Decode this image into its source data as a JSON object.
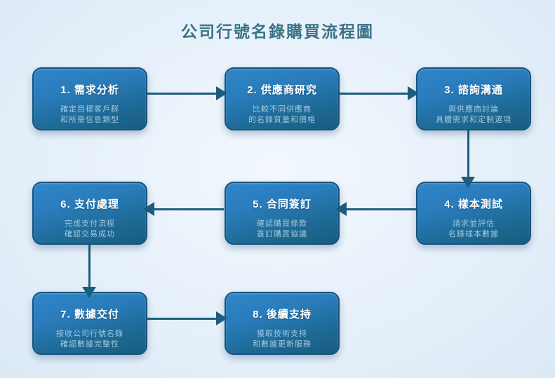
{
  "flowchart": {
    "title": "公司行號名錄購買流程圖",
    "colors": {
      "background": "#e6f0fa",
      "node_fill_top": "#2f86c9",
      "node_fill_bottom": "#175c7d",
      "node_border": "#17537d",
      "node_title_text": "#ffffff",
      "node_subtitle_text": "#b9d8e8",
      "connector": "#1b5d7c",
      "page_title_text": "#3a7389"
    },
    "nodes": [
      {
        "id": "1",
        "title": "1. 需求分析",
        "line1": "確定目標客戶群",
        "line2": "和所需信息類型"
      },
      {
        "id": "2",
        "title": "2. 供應商研究",
        "line1": "比較不同供應商",
        "line2": "的名錄質量和價格"
      },
      {
        "id": "3",
        "title": "3. 諮詢溝通",
        "line1": "與供應商討論",
        "line2": "具體需求和定制選項"
      },
      {
        "id": "4",
        "title": "4. 樣本測試",
        "line1": "請求並評估",
        "line2": "名錄樣本數據"
      },
      {
        "id": "5",
        "title": "5. 合同簽訂",
        "line1": "確認購買條款",
        "line2": "簽訂購買協議"
      },
      {
        "id": "6",
        "title": "6. 支付處理",
        "line1": "完成支付流程",
        "line2": "確認交易成功"
      },
      {
        "id": "7",
        "title": "7. 數據交付",
        "line1": "接收公司行號名錄",
        "line2": "確認數據完整性"
      },
      {
        "id": "8",
        "title": "8. 後續支持",
        "line1": "獲取技術支持",
        "line2": "和數據更新服務"
      }
    ],
    "edges": [
      {
        "from": "1",
        "to": "2",
        "direction": "right"
      },
      {
        "from": "2",
        "to": "3",
        "direction": "right"
      },
      {
        "from": "3",
        "to": "4",
        "direction": "down"
      },
      {
        "from": "4",
        "to": "5",
        "direction": "left"
      },
      {
        "from": "5",
        "to": "6",
        "direction": "left"
      },
      {
        "from": "6",
        "to": "7",
        "direction": "down"
      },
      {
        "from": "7",
        "to": "8",
        "direction": "right"
      }
    ]
  }
}
